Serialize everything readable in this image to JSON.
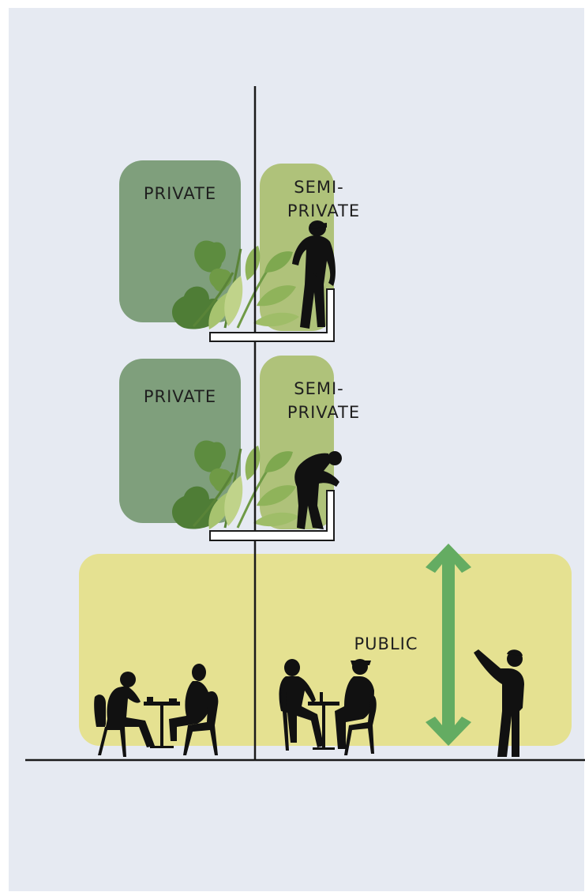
{
  "diagram": {
    "zones": {
      "upper_private": "PRIVATE",
      "upper_semi_line1": "SEMI-",
      "upper_semi_line2": "PRIVATE",
      "lower_private": "PRIVATE",
      "lower_semi_line1": "SEMI-",
      "lower_semi_line2": "PRIVATE",
      "public": "PUBLIC"
    },
    "colors": {
      "background": "#e6eaf2",
      "private_zone": "#7f9f7c",
      "semi_private_zone": "#afc27a",
      "public_zone": "#e5e191",
      "arrow": "#64ac62",
      "silhouette": "#111111",
      "plant_dark": "#5d8c3f",
      "plant_light": "#8fb35a",
      "plant_pale": "#c0d38a"
    },
    "icons": {
      "arrow": "double-headed-vertical-arrow-icon",
      "people": "person-silhouette-icon",
      "plants": "plant-icon"
    }
  }
}
